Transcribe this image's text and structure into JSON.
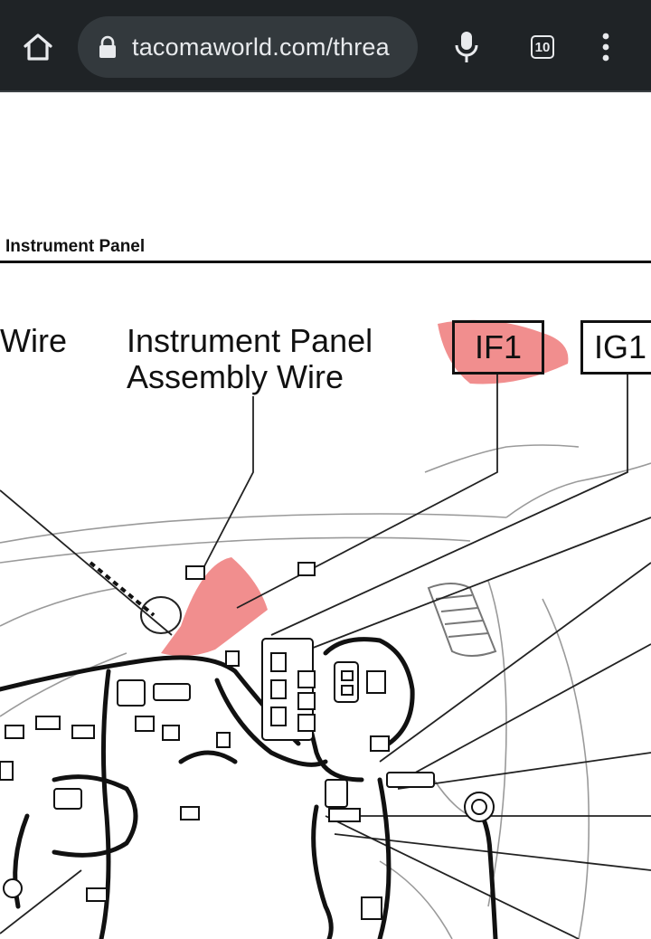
{
  "browser": {
    "url": "tacomaworld.com/threa",
    "tab_count": "10",
    "icons": [
      "home-icon",
      "lock-icon",
      "microphone-icon",
      "tab-switcher-icon",
      "more-vert-icon"
    ]
  },
  "diagram": {
    "section_title": "Instrument Panel",
    "labels": {
      "wire": "Wire",
      "instrument_panel_line1": "Instrument Panel",
      "instrument_panel_line2": "Assembly Wire"
    },
    "connector_codes": {
      "if1": "IF1",
      "ig1": "IG1"
    },
    "highlight_color": "#ef7a7a"
  }
}
